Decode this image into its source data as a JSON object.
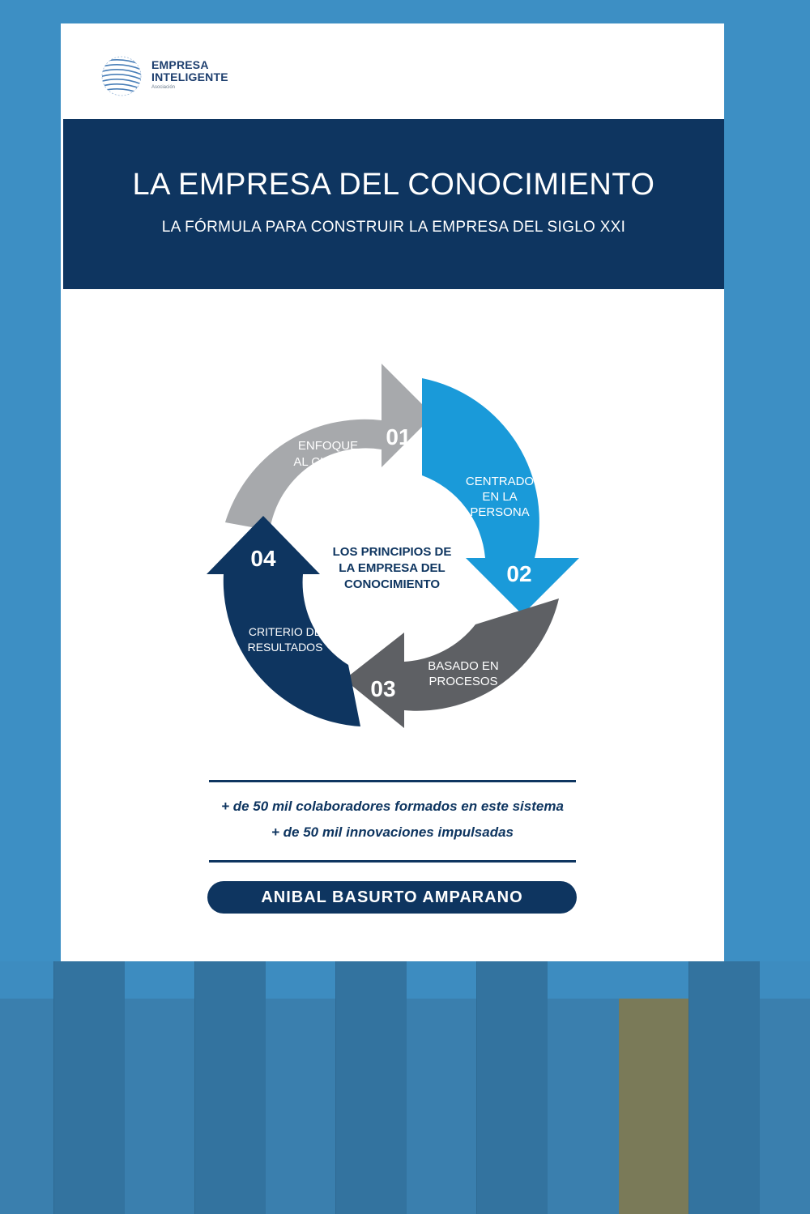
{
  "logo": {
    "brand_line1": "EMPRESA",
    "brand_line2": "INTELIGENTE",
    "sub": "Asociación",
    "icon": "globe-icon"
  },
  "banner": {
    "title": "LA EMPRESA DEL CONOCIMIENTO",
    "subtitle": "LA FÓRMULA PARA CONSTRUIR LA EMPRESA DEL SIGLO XXI"
  },
  "cycle": {
    "center": [
      "LOS PRINCIPIOS DE",
      "LA EMPRESA DEL",
      "CONOCIMIENTO"
    ],
    "steps": [
      {
        "number": "01",
        "label": [
          "ENFOQUE",
          "AL CLIENTE"
        ],
        "color": "#a7a9ac"
      },
      {
        "number": "02",
        "label": [
          "CENTRADO",
          "EN LA",
          "PERSONA"
        ],
        "color": "#1a9ad9"
      },
      {
        "number": "03",
        "label": [
          "BASADO EN",
          "PROCESOS"
        ],
        "color": "#5e6064"
      },
      {
        "number": "04",
        "label": [
          "CRITERIO DE",
          "RESULTADOS"
        ],
        "color": "#0e3560"
      }
    ]
  },
  "stats": {
    "line1": "+  de 50 mil colaboradores formados en este sistema",
    "line2": "+  de 50 mil innovaciones impulsadas"
  },
  "author": "ANIBAL BASURTO AMPARANO",
  "colors": {
    "navy": "#0e3560",
    "background_blue": "#3d8fc4"
  }
}
